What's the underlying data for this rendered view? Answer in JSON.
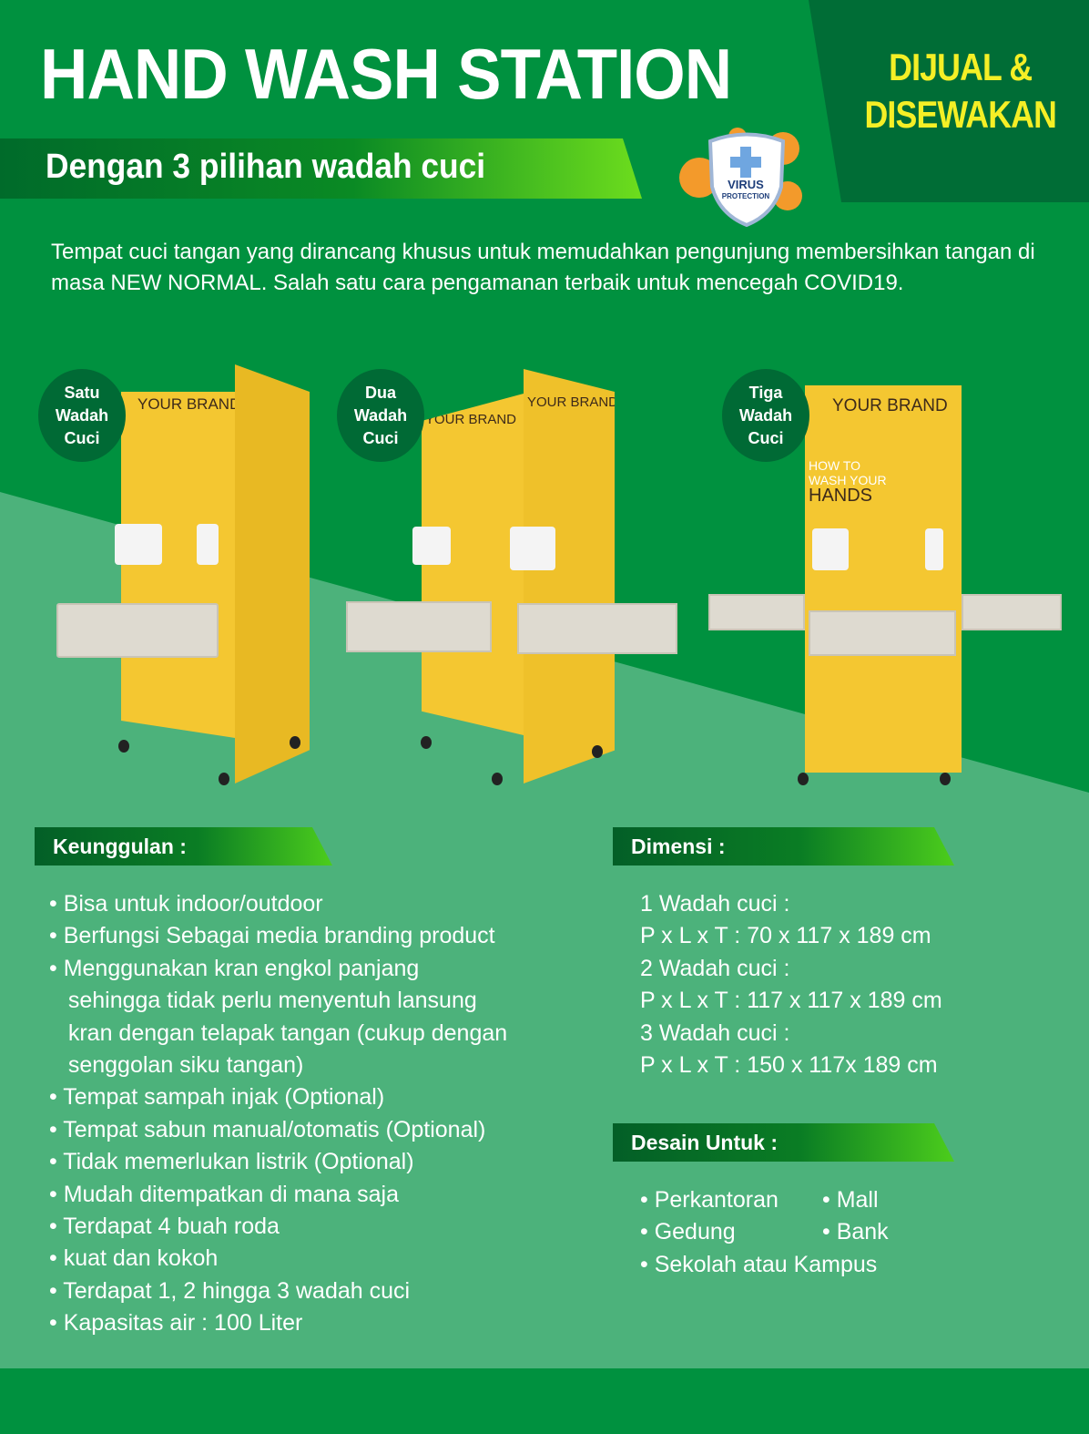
{
  "header": {
    "title": "HAND WASH STATION",
    "subtitle": "Dengan 3 pilihan wadah cuci",
    "corner_line1": "DIJUAL &",
    "corner_line2": "DISEWAKAN",
    "virus_badge": "VIRUS",
    "virus_badge_sub": "PROTECTION"
  },
  "intro": "Tempat cuci tangan yang dirancang khusus untuk memudahkan pengunjung membersihkan tangan di masa NEW NORMAL. Salah satu cara pengamanan terbaik untuk mencegah COVID19.",
  "products": [
    {
      "badge": [
        "Satu",
        "Wadah",
        "Cuci"
      ],
      "brand": "YOUR BRAND"
    },
    {
      "badge": [
        "Dua",
        "Wadah",
        "Cuci"
      ],
      "brand": "YOUR BRAND"
    },
    {
      "badge": [
        "Tiga",
        "Wadah",
        "Cuci"
      ],
      "brand": "YOUR BRAND"
    }
  ],
  "poster": {
    "line1": "HOW TO",
    "line2": "WASH YOUR",
    "line3": "HANDS"
  },
  "keunggulan": {
    "title": "Keunggulan :",
    "items": [
      "• Bisa untuk indoor/outdoor",
      "• Berfungsi Sebagai media branding product",
      "• Menggunakan kran engkol panjang",
      "   sehingga tidak perlu menyentuh lansung",
      "   kran dengan telapak tangan (cukup dengan",
      "   senggolan siku tangan)",
      "• Tempat sampah injak (Optional)",
      "• Tempat sabun manual/otomatis (Optional)",
      "• Tidak memerlukan listrik (Optional)",
      "• Mudah ditempatkan di mana saja",
      "• Terdapat 4 buah roda",
      "• kuat dan kokoh",
      "• Terdapat 1, 2 hingga 3 wadah cuci",
      "• Kapasitas air : 100 Liter"
    ]
  },
  "dimensi": {
    "title": "Dimensi :",
    "items": [
      "1 Wadah cuci :",
      "P x L x T : 70 x 117 x 189 cm",
      "2 Wadah cuci :",
      "P x L x T : 117 x 117 x 189 cm",
      "3 Wadah cuci :",
      "P x L x T : 150 x 117x 189 cm"
    ]
  },
  "desain": {
    "title": "Desain Untuk :",
    "col1": [
      "• Perkantoran",
      "• Gedung",
      "• Sekolah atau Kampus"
    ],
    "col2": [
      "• Mall",
      "• Bank"
    ]
  }
}
